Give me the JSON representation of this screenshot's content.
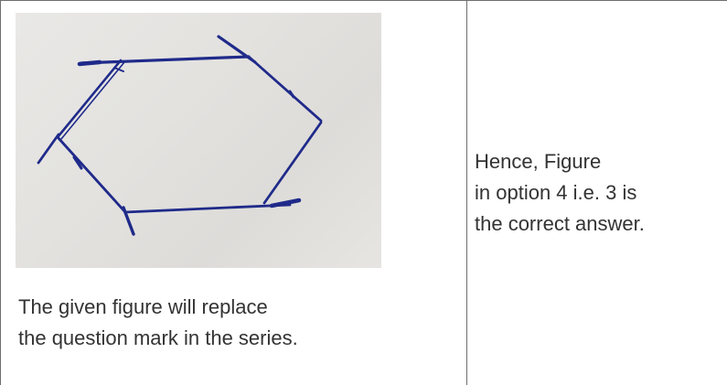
{
  "left_cell": {
    "image_alt": "hand-drawn hexagon figure",
    "caption_lines": [
      "The given figure will replace",
      "the question mark in the series."
    ]
  },
  "right_cell": {
    "answer_lines": [
      "Hence, Figure",
      "in option 4 i.e. 3 is",
      "the correct answer."
    ]
  },
  "colors": {
    "ink": "#1f2a8a",
    "text": "#333333",
    "border": "#6e6e6e"
  }
}
